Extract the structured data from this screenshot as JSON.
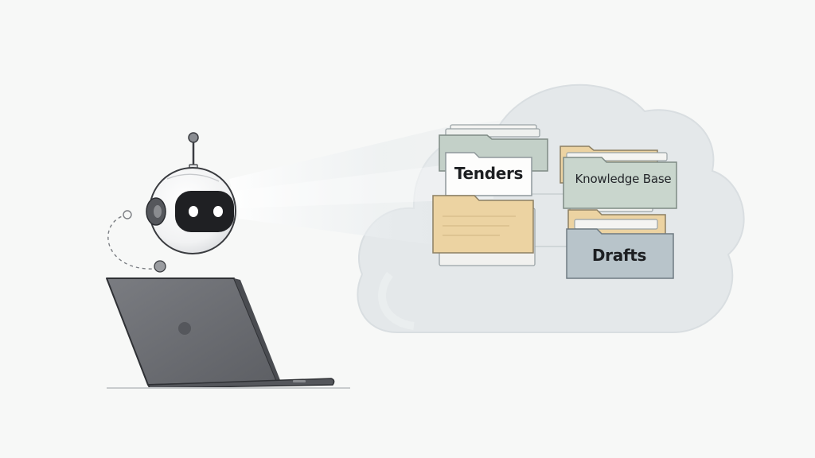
{
  "folders": {
    "tenders": {
      "label": "Tenders"
    },
    "knowledge_base": {
      "label": "Knowledge Base"
    },
    "drafts": {
      "label": "Drafts"
    }
  },
  "icons": [
    "robot-icon",
    "laptop-icon",
    "cloud-icon",
    "folder-icon"
  ],
  "colors": {
    "background": "#f7f8f7",
    "cloud": "#e3e7e9",
    "folder_green": "#c3d0c8",
    "folder_tan": "#ecd3a2",
    "folder_slate": "#b8c4ca",
    "laptop": "#6b6d72",
    "robot_face": "#1f2023"
  }
}
